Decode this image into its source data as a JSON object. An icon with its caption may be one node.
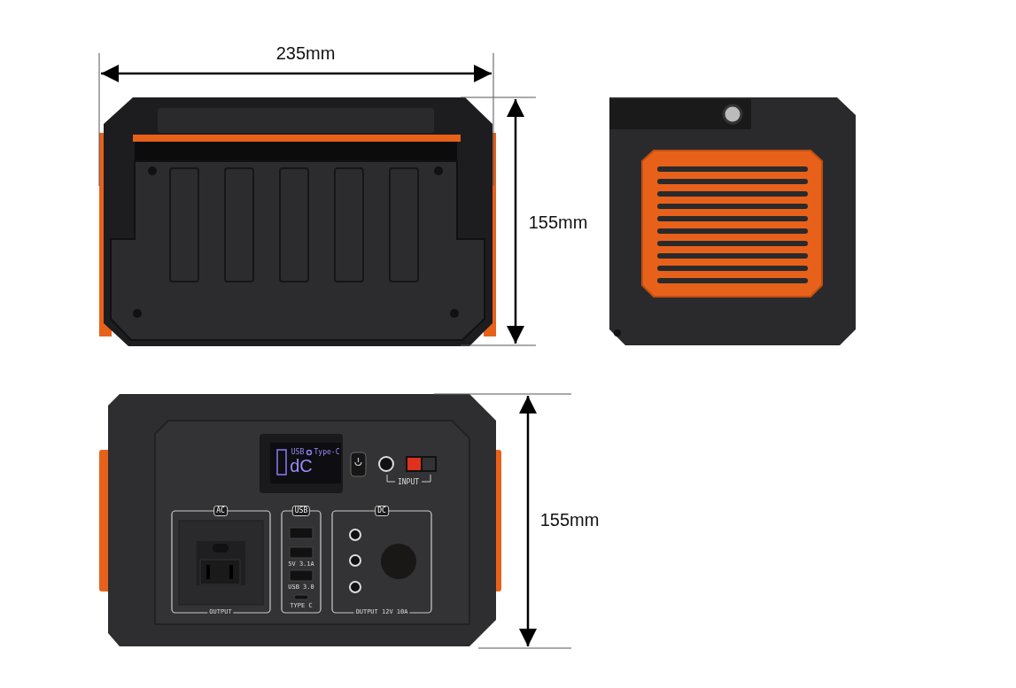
{
  "diagram": {
    "labels": [
      "235mm",
      "155mm",
      "USB",
      "Type-C",
      "dC",
      "INPUT",
      "AC",
      "USB",
      "DC",
      "5V 3.1A",
      "USB 3.0",
      "TYPE C",
      "OUTPUT",
      "OUTPUT 12V 10A",
      "155mm"
    ]
  }
}
